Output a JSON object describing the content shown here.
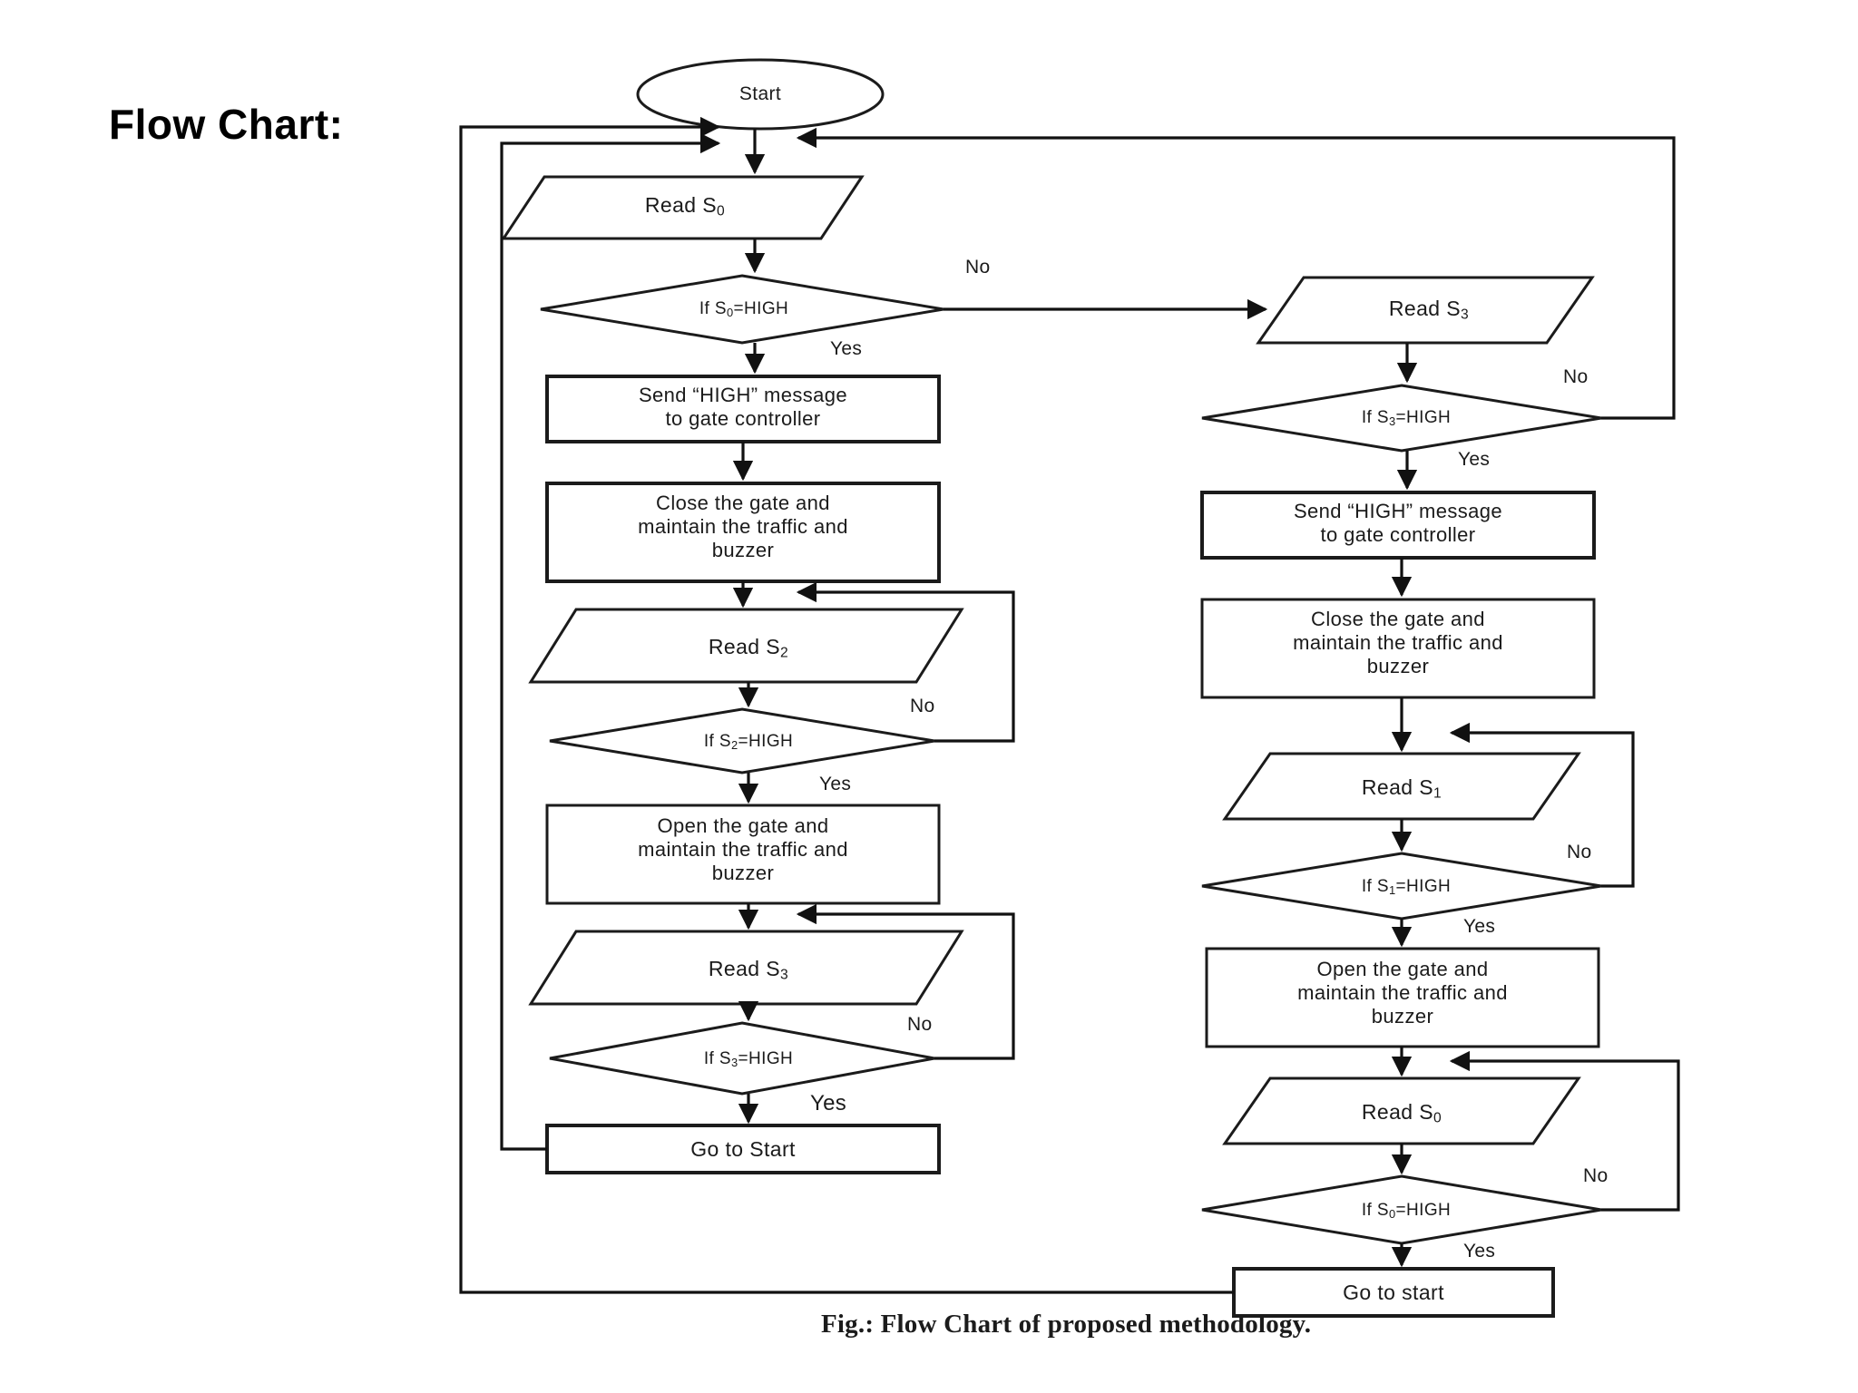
{
  "page": {
    "title": "Flow Chart:",
    "caption": "Fig.: Flow Chart of proposed methodology.",
    "background_color": "#ffffff",
    "line_color": "#1b1b1b",
    "text_color": "#1b1b1b"
  },
  "chart_data": {
    "type": "diagram",
    "subtype": "flowchart",
    "title": "Flow Chart of proposed methodology",
    "nodes": [
      {
        "id": "start",
        "shape": "ellipse",
        "label": "Start",
        "column": "center"
      },
      {
        "id": "L1",
        "shape": "parallelogram",
        "label": "Read S0",
        "column": "left"
      },
      {
        "id": "L2",
        "shape": "diamond",
        "label": "If S0=HIGH",
        "column": "left"
      },
      {
        "id": "L3",
        "shape": "rectangle",
        "label": "Send \"HIGH\" message\nto gate controller",
        "column": "left"
      },
      {
        "id": "L4",
        "shape": "rectangle",
        "label": "Close the gate and\nmaintain the traffic and\nbuzzer",
        "column": "left"
      },
      {
        "id": "L5",
        "shape": "parallelogram",
        "label": "Read S2",
        "column": "left"
      },
      {
        "id": "L6",
        "shape": "diamond",
        "label": "If S2=HIGH",
        "column": "left"
      },
      {
        "id": "L7",
        "shape": "rectangle",
        "label": "Open the gate and\nmaintain the traffic and\nbuzzer",
        "column": "left"
      },
      {
        "id": "L8",
        "shape": "parallelogram",
        "label": "Read S3",
        "column": "left"
      },
      {
        "id": "L9",
        "shape": "diamond",
        "label": "If S3=HIGH",
        "column": "left"
      },
      {
        "id": "L10",
        "shape": "rectangle",
        "label": "Go to Start",
        "column": "left"
      },
      {
        "id": "R1",
        "shape": "parallelogram",
        "label": "Read S3",
        "column": "right"
      },
      {
        "id": "R2",
        "shape": "diamond",
        "label": "If S3=HIGH",
        "column": "right"
      },
      {
        "id": "R3",
        "shape": "rectangle",
        "label": "Send \"HIGH\" message\nto gate controller",
        "column": "right"
      },
      {
        "id": "R4",
        "shape": "rectangle",
        "label": "Close the gate and\nmaintain the traffic and\nbuzzer",
        "column": "right"
      },
      {
        "id": "R5",
        "shape": "parallelogram",
        "label": "Read S1",
        "column": "right"
      },
      {
        "id": "R6",
        "shape": "diamond",
        "label": "If S1=HIGH",
        "column": "right"
      },
      {
        "id": "R7",
        "shape": "rectangle",
        "label": "Open the gate and\nmaintain the traffic and\nbuzzer",
        "column": "right"
      },
      {
        "id": "R8",
        "shape": "parallelogram",
        "label": "Read S0",
        "column": "right"
      },
      {
        "id": "R9",
        "shape": "diamond",
        "label": "If S0=HIGH",
        "column": "right"
      },
      {
        "id": "R10",
        "shape": "rectangle",
        "label": "Go to start",
        "column": "right"
      }
    ],
    "edges": [
      {
        "from": "start",
        "to": "L1",
        "label": ""
      },
      {
        "from": "L1",
        "to": "L2",
        "label": ""
      },
      {
        "from": "L2",
        "to": "L3",
        "label": "Yes"
      },
      {
        "from": "L2",
        "to": "R1",
        "label": "No"
      },
      {
        "from": "L3",
        "to": "L4",
        "label": ""
      },
      {
        "from": "L4",
        "to": "L5",
        "label": ""
      },
      {
        "from": "L5",
        "to": "L6",
        "label": ""
      },
      {
        "from": "L6",
        "to": "L7",
        "label": "Yes"
      },
      {
        "from": "L6",
        "to": "L5",
        "label": "No"
      },
      {
        "from": "L7",
        "to": "L8",
        "label": ""
      },
      {
        "from": "L8",
        "to": "L9",
        "label": ""
      },
      {
        "from": "L9",
        "to": "L10",
        "label": "Yes"
      },
      {
        "from": "L9",
        "to": "L8",
        "label": "No"
      },
      {
        "from": "L10",
        "to": "start",
        "label": ""
      },
      {
        "from": "R1",
        "to": "R2",
        "label": ""
      },
      {
        "from": "R2",
        "to": "R3",
        "label": "Yes"
      },
      {
        "from": "R2",
        "to": "start",
        "label": "No"
      },
      {
        "from": "R3",
        "to": "R4",
        "label": ""
      },
      {
        "from": "R4",
        "to": "R5",
        "label": ""
      },
      {
        "from": "R5",
        "to": "R6",
        "label": ""
      },
      {
        "from": "R6",
        "to": "R7",
        "label": "Yes"
      },
      {
        "from": "R6",
        "to": "R5",
        "label": "No"
      },
      {
        "from": "R7",
        "to": "R8",
        "label": ""
      },
      {
        "from": "R8",
        "to": "R9",
        "label": ""
      },
      {
        "from": "R9",
        "to": "R10",
        "label": "Yes"
      },
      {
        "from": "R9",
        "to": "R8",
        "label": "No"
      },
      {
        "from": "R10",
        "to": "start",
        "label": ""
      }
    ]
  },
  "nodes": {
    "start": {
      "label": "Start"
    },
    "l1": {
      "label": "Read S",
      "sub": "0"
    },
    "l2": {
      "label": "If S",
      "sub": "0",
      "tail": "=HIGH"
    },
    "l3": {
      "line1": "Send “HIGH” message",
      "line2": "to gate controller"
    },
    "l4": {
      "line1": "Close the gate and",
      "line2": "maintain the traffic and",
      "line3": "buzzer"
    },
    "l5": {
      "label": "Read S",
      "sub": "2"
    },
    "l6": {
      "label": "If S",
      "sub": "2",
      "tail": "=HIGH"
    },
    "l7": {
      "line1": "Open the gate and",
      "line2": "maintain the traffic and",
      "line3": "buzzer"
    },
    "l8": {
      "label": "Read S",
      "sub": "3"
    },
    "l9": {
      "label": "If S",
      "sub": "3",
      "tail": "=HIGH"
    },
    "l10": {
      "label": "Go to Start"
    },
    "r1": {
      "label": "Read S",
      "sub": "3"
    },
    "r2": {
      "label": "If S",
      "sub": "3",
      "tail": "=HIGH"
    },
    "r3": {
      "line1": "Send “HIGH” message",
      "line2": "to gate controller"
    },
    "r4": {
      "line1": "Close the gate and",
      "line2": "maintain the traffic and",
      "line3": "buzzer"
    },
    "r5": {
      "label": "Read S",
      "sub": "1"
    },
    "r6": {
      "label": "If S",
      "sub": "1",
      "tail": "=HIGH"
    },
    "r7": {
      "line1": "Open the gate and",
      "line2": "maintain the traffic and",
      "line3": "buzzer"
    },
    "r8": {
      "label": "Read S",
      "sub": "0"
    },
    "r9": {
      "label": "If S",
      "sub": "0",
      "tail": "=HIGH"
    },
    "r10": {
      "label": "Go to start"
    }
  },
  "edge_labels": {
    "l2_no": "No",
    "l2_yes": "Yes",
    "l6_no": "No",
    "l6_yes": "Yes",
    "l9_no": "No",
    "l9_yes": "Yes",
    "r2_no": "No",
    "r2_yes": "Yes",
    "r6_no": "No",
    "r6_yes": "Yes",
    "r9_no": "No",
    "r9_yes": "Yes"
  }
}
